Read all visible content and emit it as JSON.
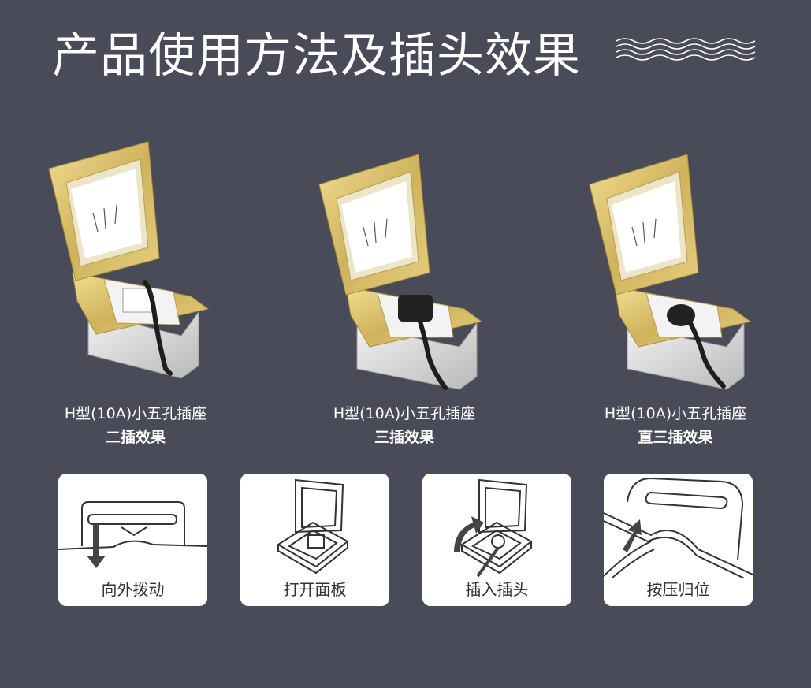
{
  "title": "产品使用方法及插头效果",
  "colors": {
    "background": "#494c58",
    "brass": "#d8c06a",
    "white": "#ffffff"
  },
  "products": [
    {
      "line1": "H型(10A)小五孔插座",
      "line2": "二插效果"
    },
    {
      "line1": "H型(10A)小五孔插座",
      "line2": "三插效果"
    },
    {
      "line1": "H型(10A)小五孔插座",
      "line2": "直三插效果"
    }
  ],
  "steps": [
    {
      "label": "向外拨动"
    },
    {
      "label": "打开面板"
    },
    {
      "label": "插入插头"
    },
    {
      "label": "按压归位"
    }
  ]
}
